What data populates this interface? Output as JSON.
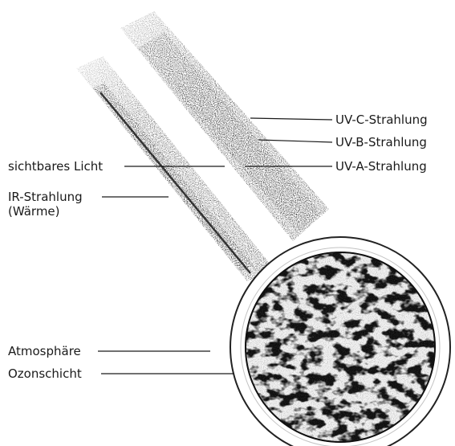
{
  "labels": {
    "uv_c": "UV-C-Strahlung",
    "uv_b": "UV-B-Strahlung",
    "uv_a": "UV-A-Strahlung",
    "visible_light": "sichtbares Licht",
    "ir_line1": "IR-Strahlung",
    "ir_line2": "(Wärme)",
    "atmosphere": "Atmosphäre",
    "ozone_layer": "Ozonschicht"
  },
  "colors": {
    "ink": "#1a1a1a",
    "stipple": "#555555",
    "background": "#ffffff"
  }
}
